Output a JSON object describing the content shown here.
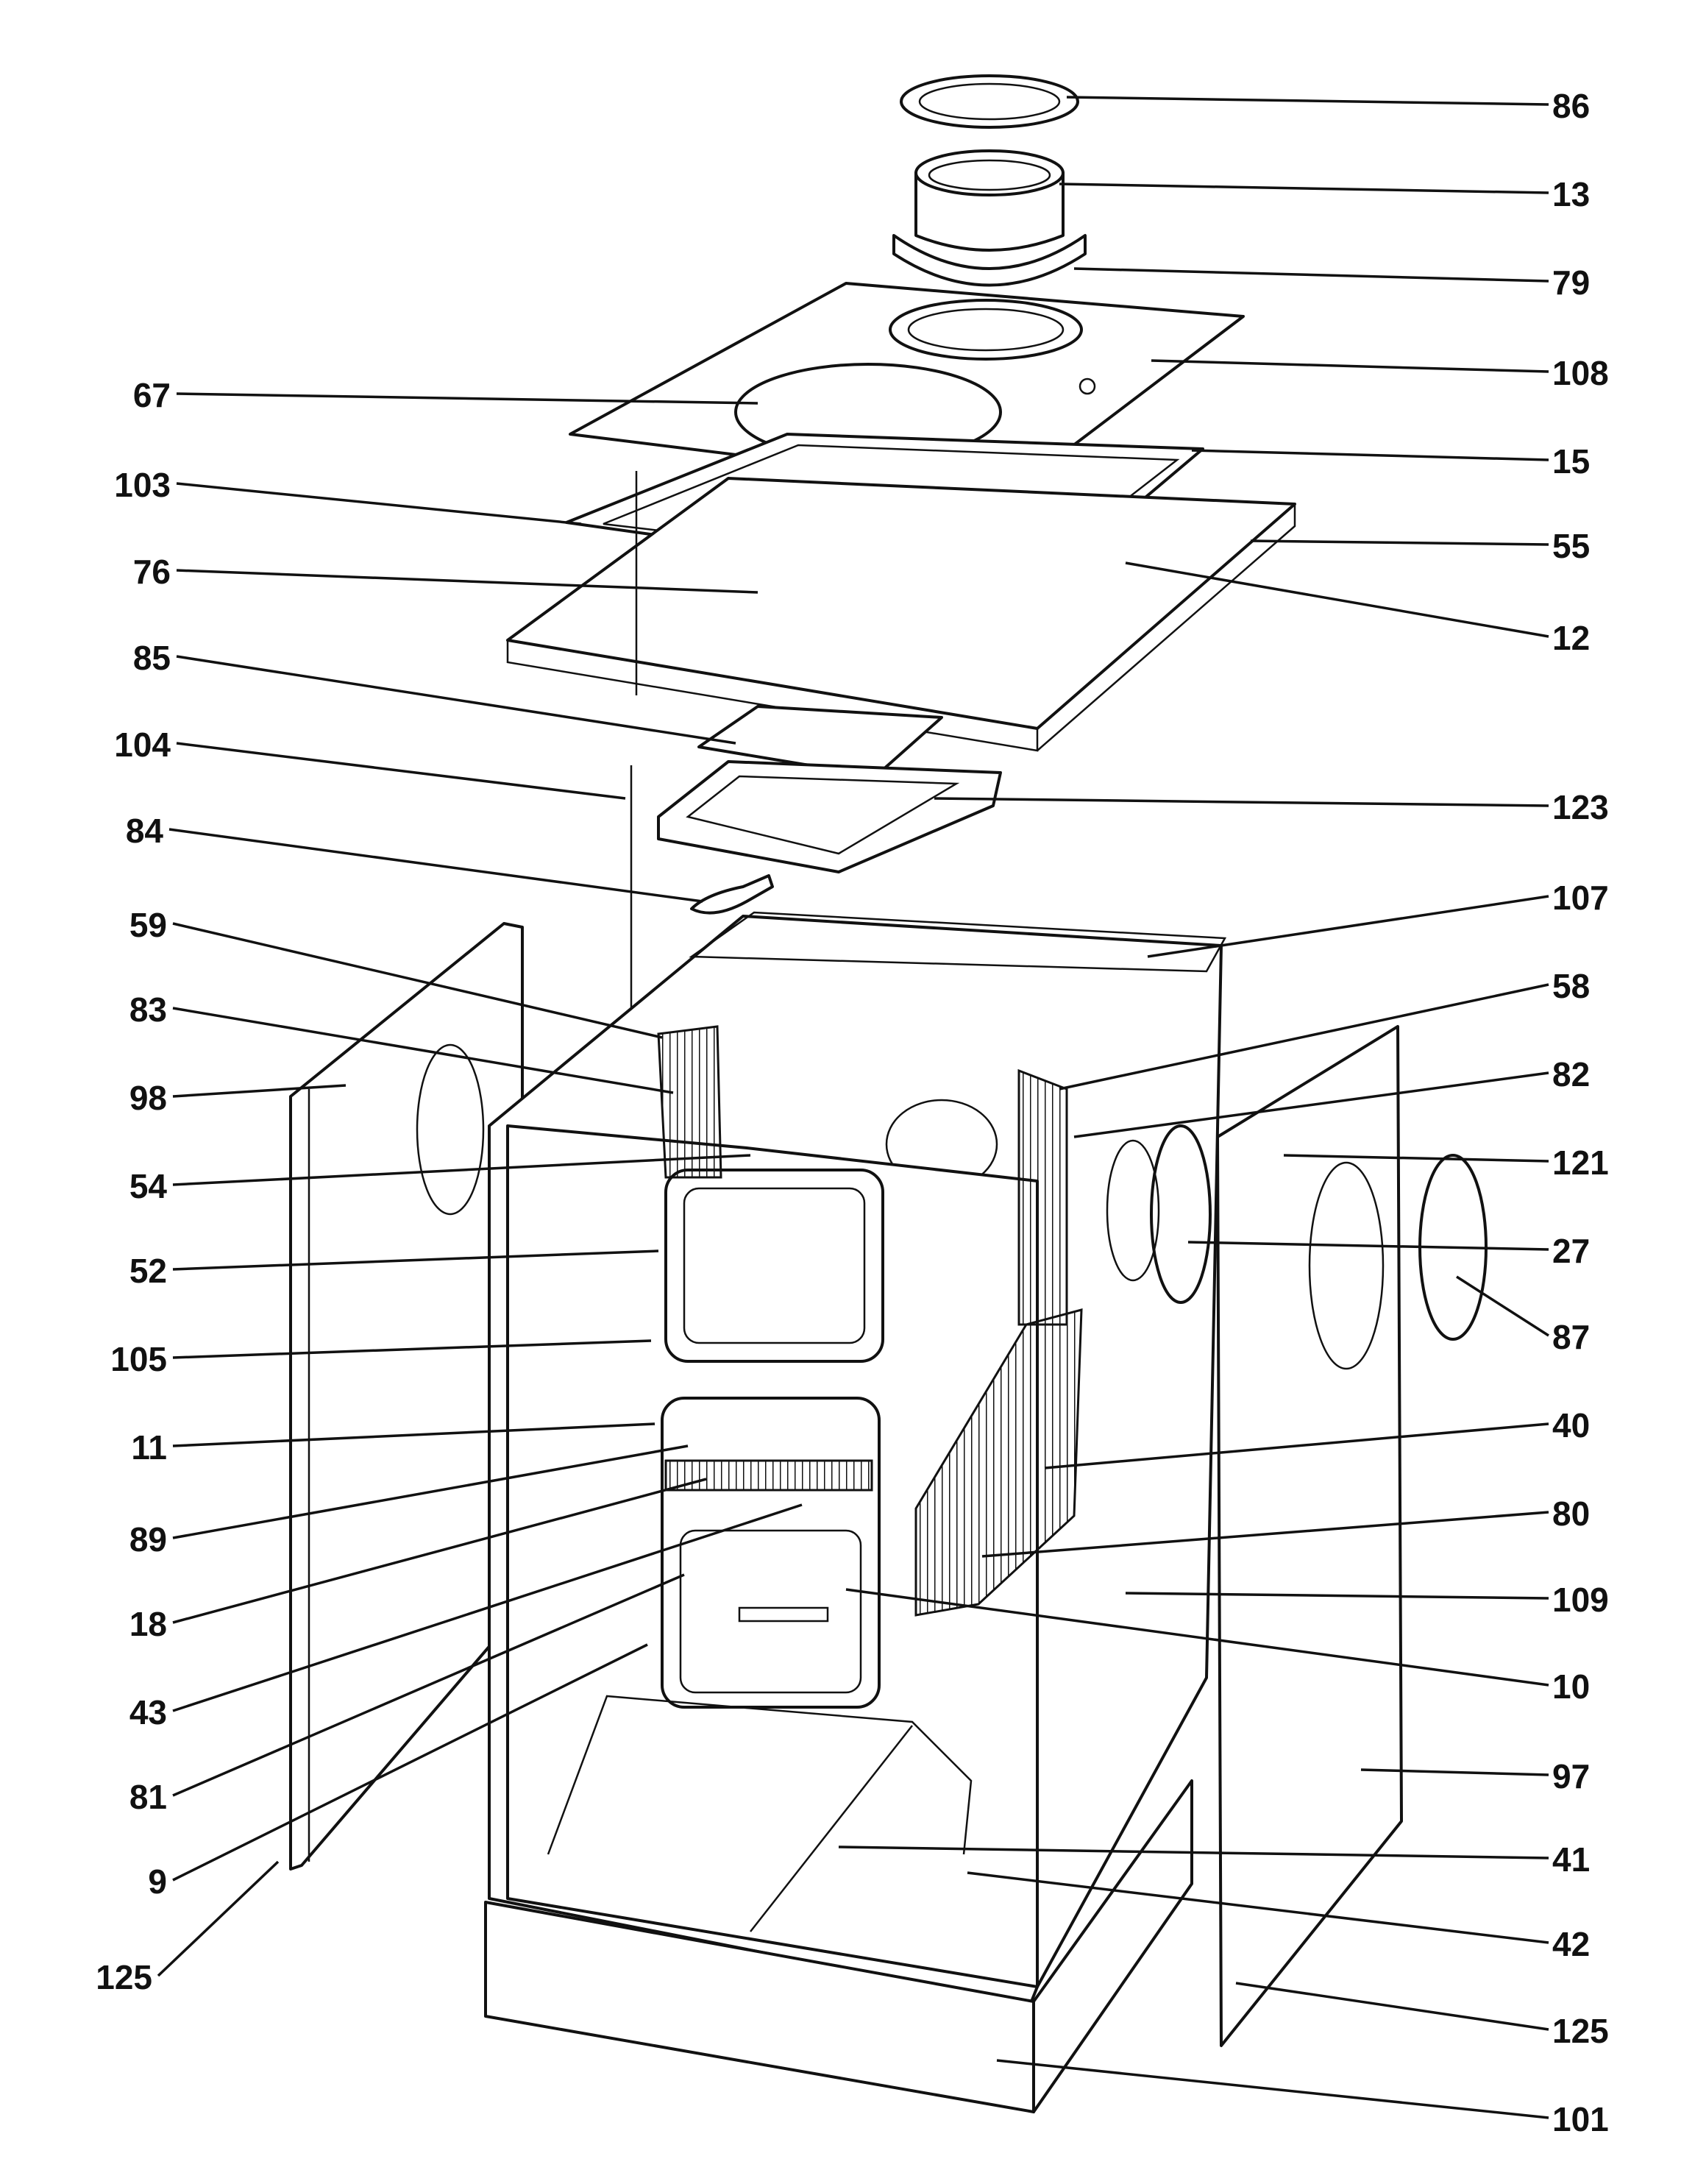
{
  "diagram": {
    "labels_left": [
      "67",
      "103",
      "76",
      "85",
      "104",
      "84",
      "59",
      "83",
      "98",
      "54",
      "52",
      "105",
      "11",
      "89",
      "18",
      "43",
      "81",
      "9",
      "125"
    ],
    "labels_right": [
      "86",
      "13",
      "79",
      "108",
      "15",
      "55",
      "12",
      "123",
      "107",
      "58",
      "82",
      "121",
      "27",
      "87",
      "40",
      "80",
      "109",
      "10",
      "97",
      "41",
      "42",
      "125",
      "101"
    ]
  }
}
